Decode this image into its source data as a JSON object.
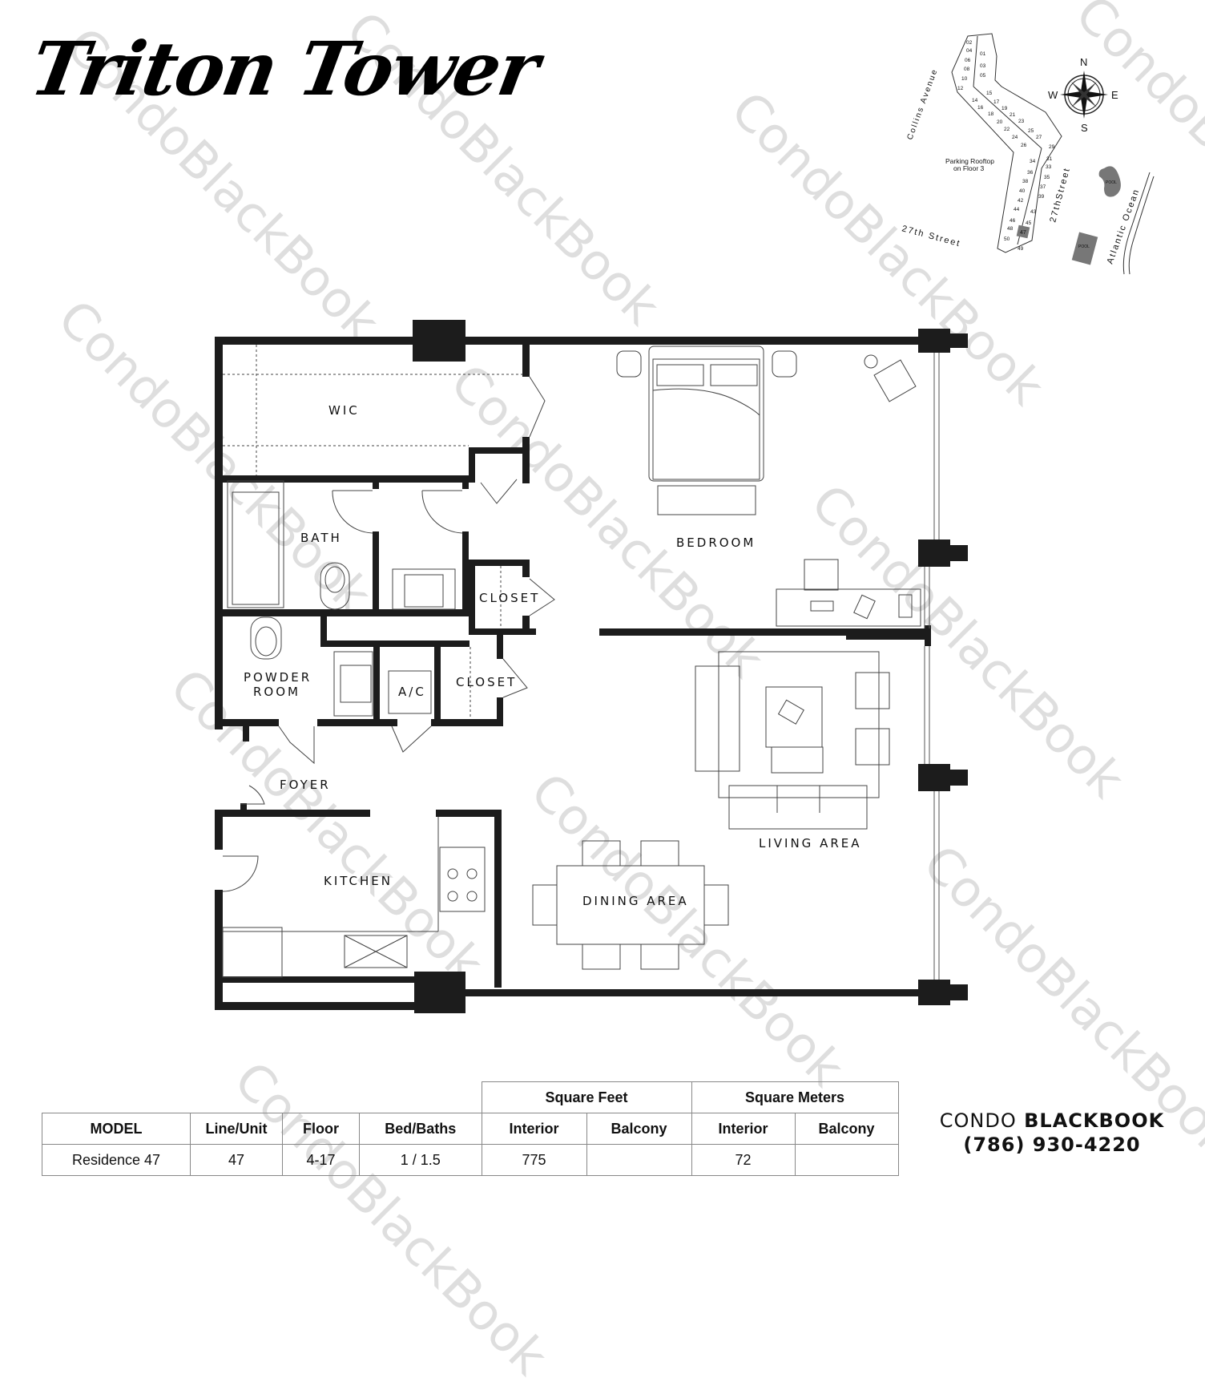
{
  "header": {
    "title": "Triton Tower"
  },
  "keyplan": {
    "streets": [
      "Collins Avenue",
      "27thStreet",
      "27th Street",
      "Atlantic Ocean"
    ],
    "note_line1": "Parking Rooftop",
    "note_line2": "on Floor 3",
    "pool_label": "POOL",
    "compass": {
      "n": "N",
      "s": "S",
      "e": "E",
      "w": "W"
    },
    "highlighted_unit": "47",
    "units": [
      "02",
      "04",
      "01",
      "06",
      "03",
      "08",
      "05",
      "10",
      "12",
      "14",
      "15",
      "16",
      "17",
      "18",
      "19",
      "20",
      "21",
      "22",
      "23",
      "24",
      "25",
      "26",
      "27",
      "29",
      "31",
      "33",
      "34",
      "35",
      "36",
      "37",
      "38",
      "39",
      "40",
      "42",
      "43",
      "44",
      "45",
      "46",
      "47",
      "48",
      "49",
      "50"
    ]
  },
  "floorplan": {
    "rooms": {
      "wic": "WIC",
      "bath": "BATH",
      "closet1": "CLOSET",
      "bedroom": "BEDROOM",
      "powder_line1": "POWDER",
      "powder_line2": "ROOM",
      "ac": "A/C",
      "closet2": "CLOSET",
      "foyer": "FOYER",
      "kitchen": "KITCHEN",
      "dining": "DINING AREA",
      "living": "LIVING AREA"
    }
  },
  "specs": {
    "group_headers": {
      "sqft": "Square Feet",
      "sqm": "Square Meters"
    },
    "headers": {
      "model": "MODEL",
      "line": "Line/Unit",
      "floor": "Floor",
      "bedbath": "Bed/Baths",
      "sqft_interior": "Interior",
      "sqft_balcony": "Balcony",
      "sqm_interior": "Interior",
      "sqm_balcony": "Balcony"
    },
    "row": {
      "model": "Residence 47",
      "line": "47",
      "floor": "4-17",
      "bedbath": "1 / 1.5",
      "sqft_interior": "775",
      "sqft_balcony": "",
      "sqm_interior": "72",
      "sqm_balcony": ""
    }
  },
  "brand": {
    "name_light": "CONDO",
    "name_bold": "BLACKBOOK",
    "phone": "(786) 930-4220"
  },
  "watermark": {
    "text": "CondoBlackBook"
  }
}
